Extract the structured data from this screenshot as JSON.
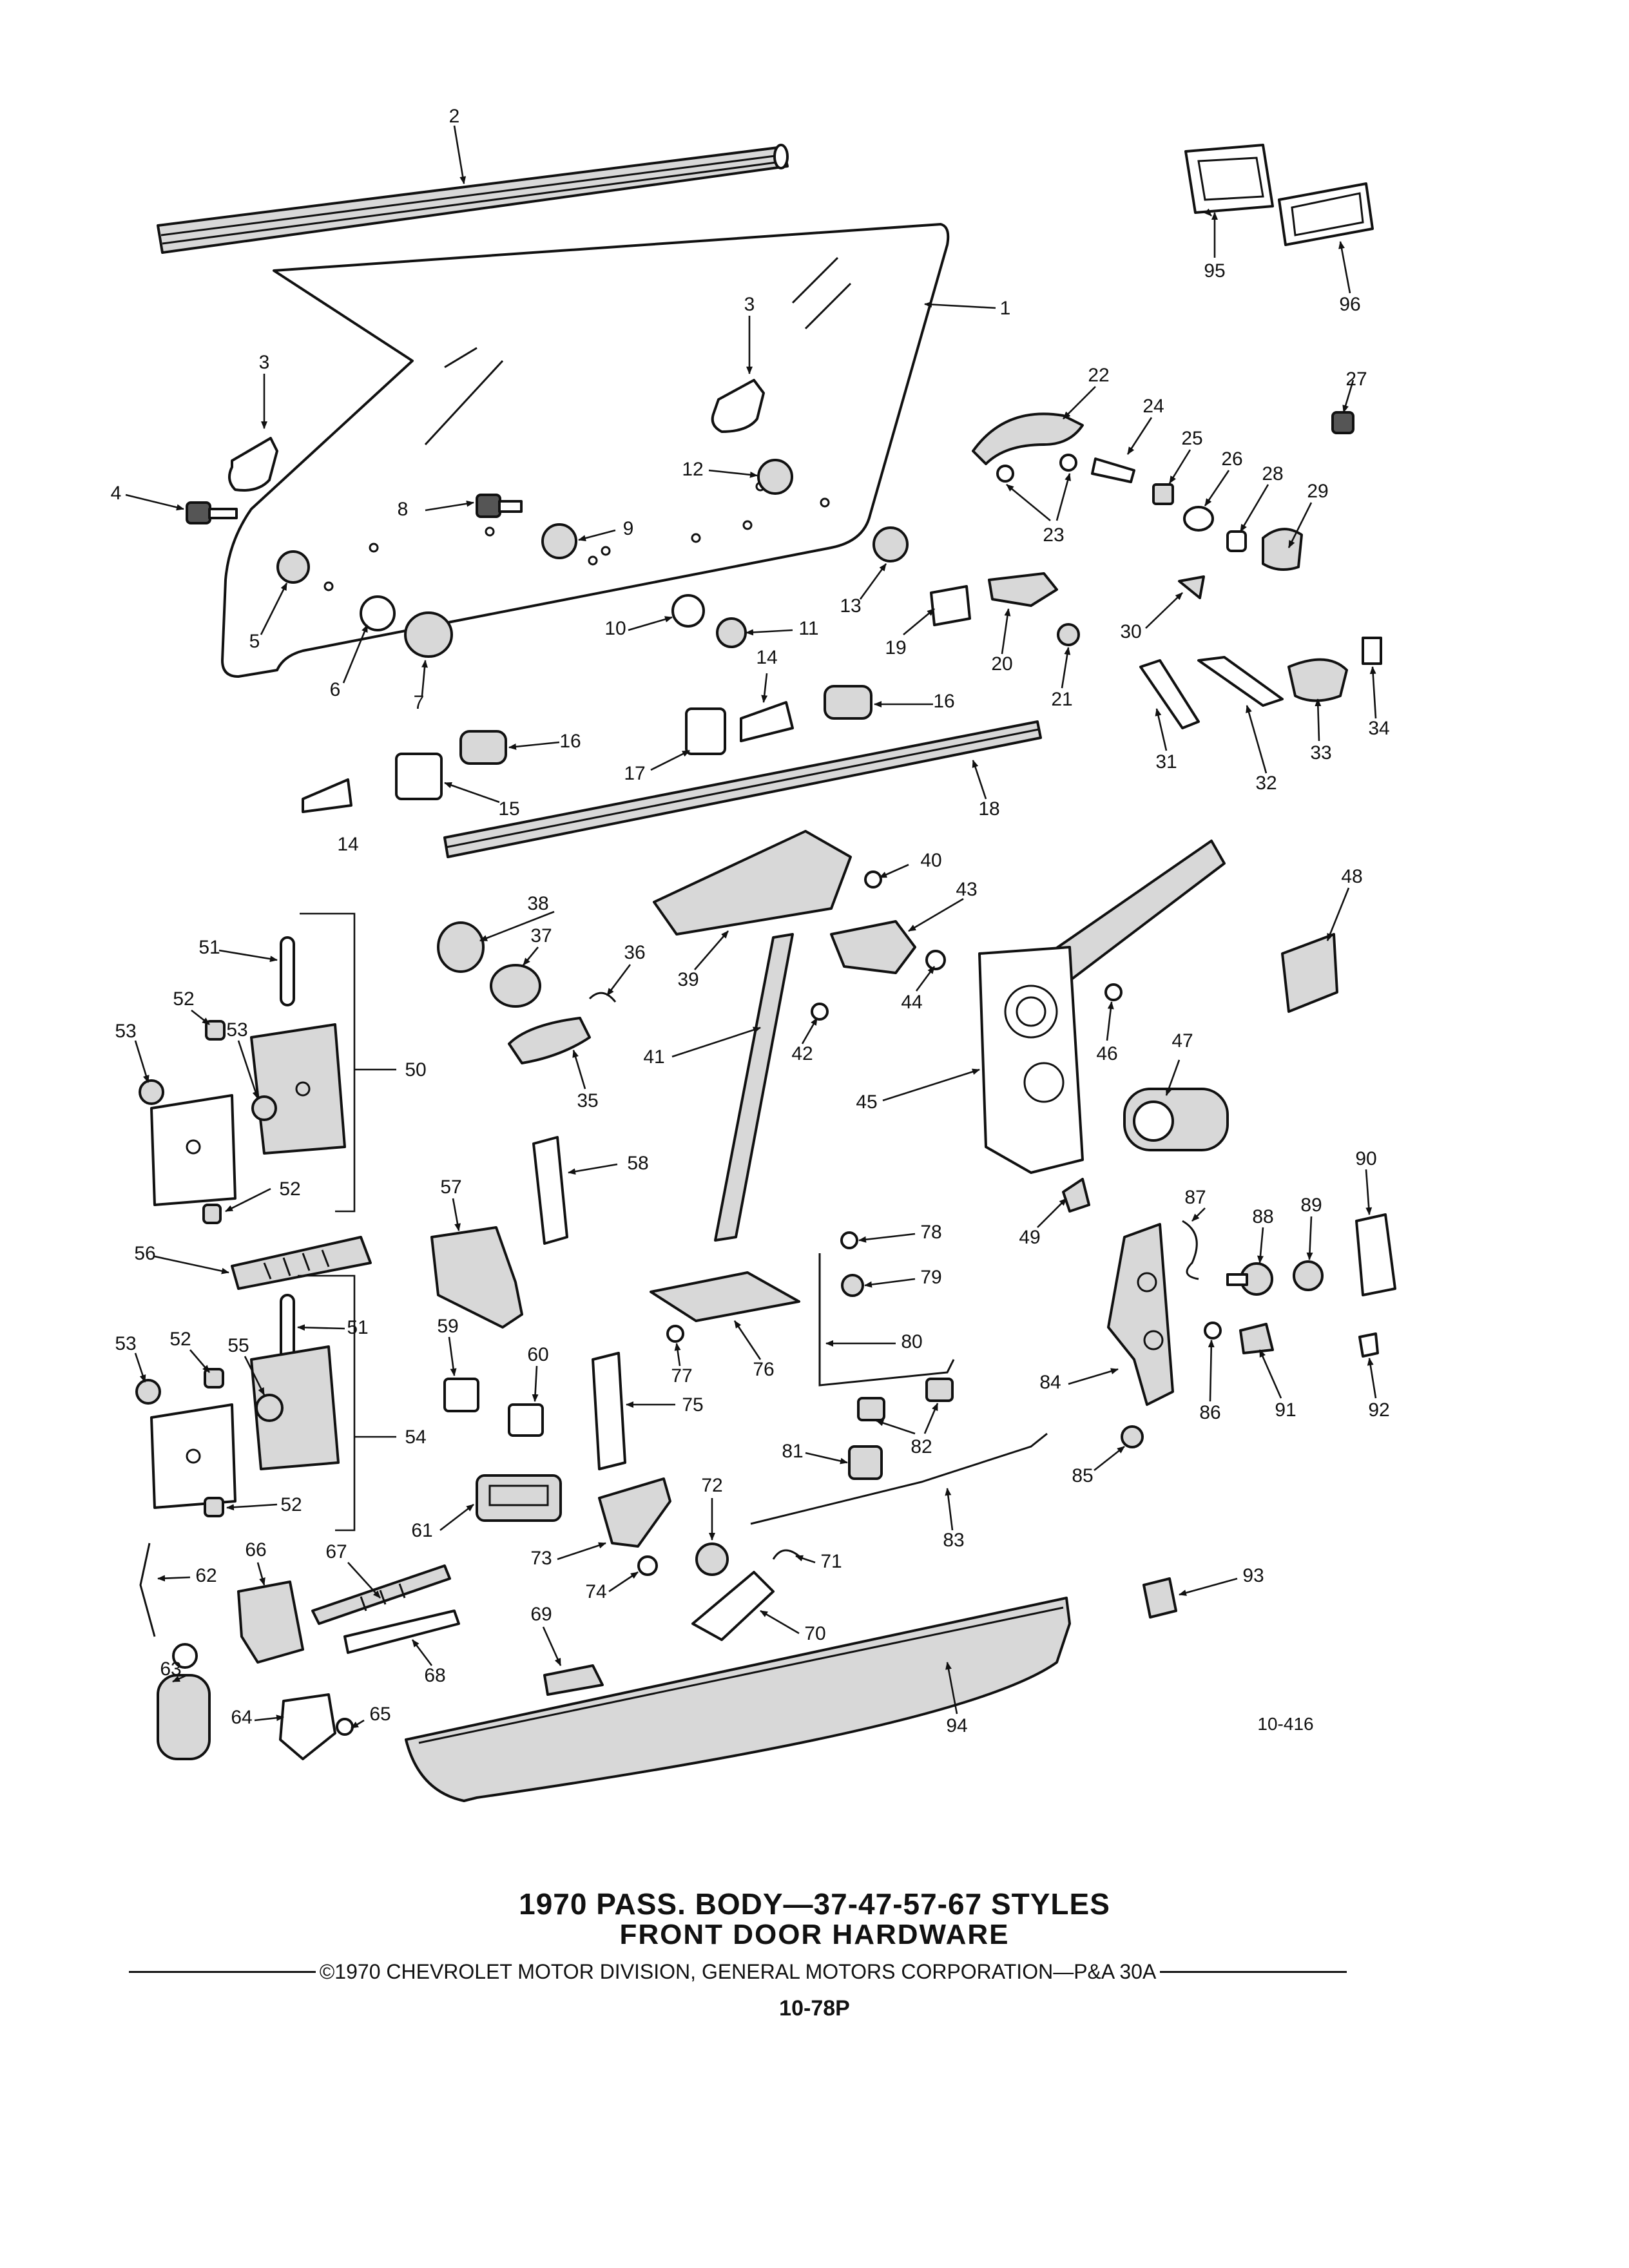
{
  "title": {
    "line1": "1970 PASS. BODY—37-47-57-67 STYLES",
    "line2": "FRONT DOOR HARDWARE"
  },
  "copyright": "©1970 CHEVROLET MOTOR DIVISION, GENERAL MOTORS CORPORATION—P&A 30A",
  "page_number": "10-78P",
  "figure_ref": "10-416",
  "callouts": [
    "1",
    "2",
    "3",
    "4",
    "5",
    "6",
    "7",
    "8",
    "9",
    "10",
    "11",
    "12",
    "13",
    "14",
    "15",
    "16",
    "17",
    "18",
    "19",
    "20",
    "21",
    "22",
    "23",
    "24",
    "25",
    "26",
    "27",
    "28",
    "29",
    "30",
    "31",
    "32",
    "33",
    "34",
    "35",
    "36",
    "37",
    "38",
    "39",
    "40",
    "41",
    "42",
    "43",
    "44",
    "45",
    "46",
    "47",
    "48",
    "49",
    "50",
    "51",
    "52",
    "53",
    "54",
    "55",
    "56",
    "57",
    "58",
    "59",
    "60",
    "61",
    "62",
    "63",
    "64",
    "65",
    "66",
    "67",
    "68",
    "69",
    "70",
    "71",
    "72",
    "73",
    "74",
    "75",
    "76",
    "77",
    "78",
    "79",
    "80",
    "81",
    "82",
    "83",
    "84",
    "85",
    "86",
    "87",
    "88",
    "89",
    "90",
    "91",
    "92",
    "93",
    "94",
    "95",
    "96"
  ],
  "callout_duplicates": {
    "3b": "3",
    "14b": "14",
    "16b": "16",
    "51b": "51",
    "52b": "52",
    "52c": "52",
    "52d": "52",
    "53b": "53",
    "53c": "53"
  }
}
